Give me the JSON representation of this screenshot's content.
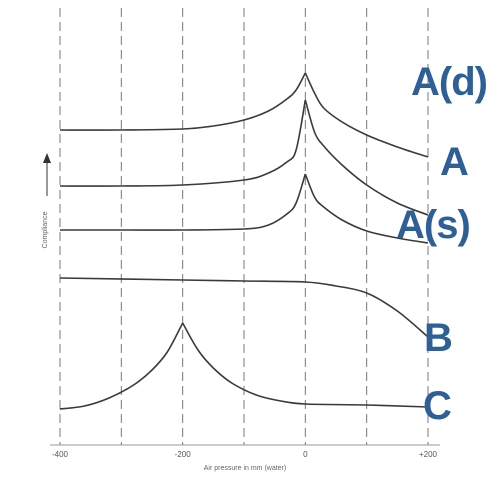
{
  "chart_data": {
    "type": "line",
    "xlabel": "Air pressure in mm (water)",
    "ylabel": "Compliance",
    "xlim": [
      -400,
      200
    ],
    "x_ticks": [
      -400,
      -200,
      0,
      200
    ],
    "x_tick_labels": [
      "-400",
      "-200",
      "0",
      "+200"
    ],
    "vertical_dashed_gridlines_at": [
      -400,
      -300,
      -200,
      -100,
      0,
      100,
      200
    ],
    "grid": true,
    "y_axis_arrow": "up",
    "series": [
      {
        "name": "A(d)",
        "x": [
          -400,
          -300,
          -200,
          -150,
          -100,
          -60,
          -30,
          -15,
          0,
          15,
          30,
          60,
          100,
          150,
          200
        ],
        "values": [
          130,
          130,
          129,
          126,
          120,
          111,
          99,
          90,
          73,
          93,
          108,
          122,
          135,
          147,
          157
        ]
      },
      {
        "name": "A",
        "x": [
          -400,
          -300,
          -200,
          -100,
          -60,
          -30,
          -15,
          0,
          15,
          30,
          60,
          100,
          150,
          200
        ],
        "values": [
          186,
          186,
          185,
          180,
          173,
          162,
          150,
          100,
          132,
          146,
          165,
          185,
          203,
          215
        ]
      },
      {
        "name": "A(s)",
        "x": [
          -400,
          -300,
          -200,
          -100,
          -60,
          -30,
          -15,
          0,
          15,
          30,
          60,
          100,
          150,
          200
        ],
        "values": [
          230,
          230,
          230,
          229,
          225,
          214,
          203,
          174,
          197,
          207,
          220,
          231,
          238,
          243
        ]
      },
      {
        "name": "B",
        "x": [
          -400,
          -200,
          -100,
          0,
          50,
          100,
          150,
          200
        ],
        "values": [
          278,
          280,
          281,
          282,
          286,
          293,
          311,
          337
        ]
      },
      {
        "name": "C",
        "x": [
          -400,
          -360,
          -320,
          -280,
          -250,
          -225,
          -200,
          -175,
          -150,
          -120,
          -80,
          -40,
          0,
          100,
          200
        ],
        "values": [
          409,
          406,
          398,
          385,
          370,
          352,
          323,
          350,
          368,
          383,
          395,
          401,
          404,
          405,
          407
        ]
      }
    ]
  }
}
